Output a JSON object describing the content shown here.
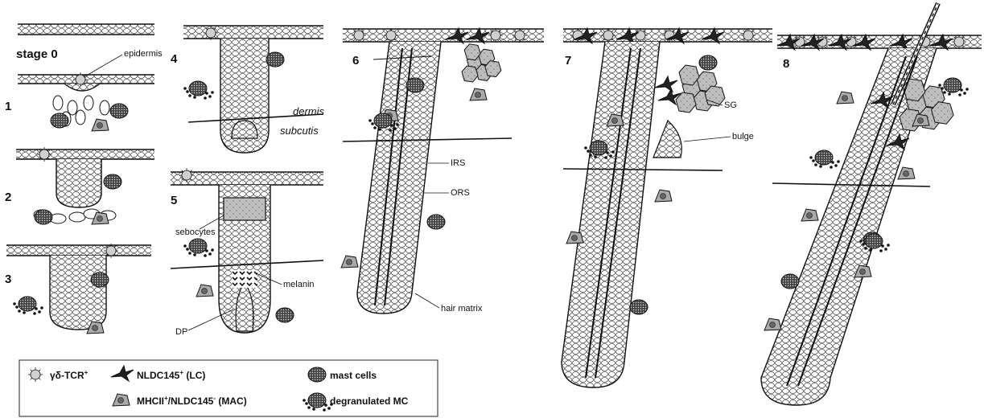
{
  "stages": [
    "stage 0",
    "1",
    "2",
    "3",
    "4",
    "5",
    "6",
    "7",
    "8"
  ],
  "labels": {
    "epidermis": "epidermis",
    "dermis": "dermis",
    "subcutis": "subcutis",
    "sebocytes": "sebocytes",
    "melanin": "melanin",
    "dp": "DP",
    "irs": "IRS",
    "ors": "ORS",
    "hair_matrix": "hair matrix",
    "sg": "SG",
    "bulge": "bulge"
  },
  "legend": {
    "gd_tcr": "γδ-TCR",
    "gd_tcr_sup": "+",
    "nldc": "NLDC145",
    "nldc_sup": "+",
    "nldc_suffix": " (LC)",
    "mhc": "MHCII",
    "mhc_sup": "+",
    "mhc_mid": "/NLDC145",
    "mhc_sup2": "-",
    "mhc_suffix": " (MAC)",
    "mast": "mast cells",
    "degran": "degranulated MC"
  },
  "colors": {
    "line": "#111111",
    "cell_fill": "#ffffff",
    "gland_fill": "#c8c8c8",
    "mast_fill": "#555555",
    "tcr_fill": "#cfcfcf",
    "mac_fill": "#aaaaaa"
  }
}
